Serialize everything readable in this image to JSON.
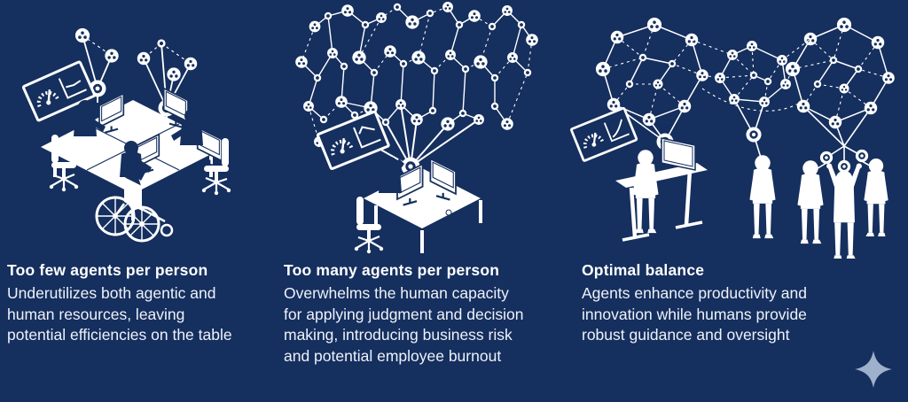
{
  "page": {
    "background_color": "#152f5e",
    "illustration_color": "#ffffff",
    "sparkle_color": "#9fb0cc"
  },
  "panels": [
    {
      "id": "too-few",
      "heading": "Too few agents per person",
      "body_lines": [
        "Underutilizes both agentic and",
        "human resources, leaving",
        "potential efficiencies on the table"
      ]
    },
    {
      "id": "too-many",
      "heading": "Too many agents per person",
      "body_lines": [
        "Overwhelms the human capacity",
        "for applying judgment and decision",
        "making, introducing business risk",
        "and potential employee burnout"
      ]
    },
    {
      "id": "optimal",
      "heading": "Optimal balance",
      "body_lines": [
        "Agents enhance productivity and",
        "innovation while humans provide",
        "robust guidance and oversight"
      ]
    }
  ],
  "icons": {
    "sparkle": "four-point-sparkle"
  }
}
